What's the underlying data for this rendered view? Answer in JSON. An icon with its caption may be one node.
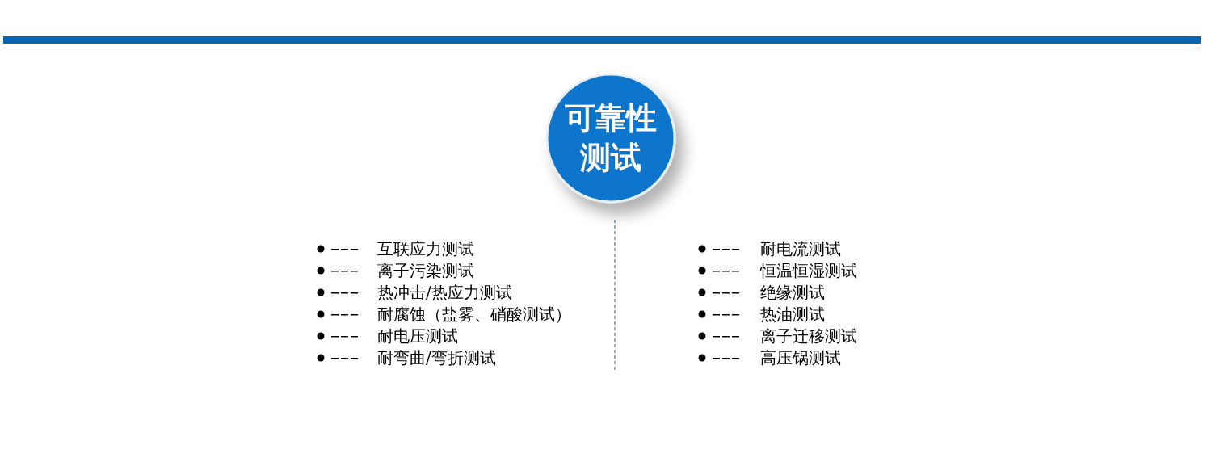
{
  "diagram": {
    "nodes": [
      {
        "text": [
          "可靠性测试"
        ]
      }
    ],
    "labels": [
      "互联应力测试",
      "离子污染测试",
      "热冲击/热应力测试",
      "耐腐蚀（盐雾、硝酸测试）",
      "耐电压测试",
      "耐弯曲/弯折测试",
      "耐电流测试",
      "恒温恒湿测试",
      "绝缘测试",
      "热油测试",
      "离子迁移测试",
      "高压锅测试"
    ]
  }
}
